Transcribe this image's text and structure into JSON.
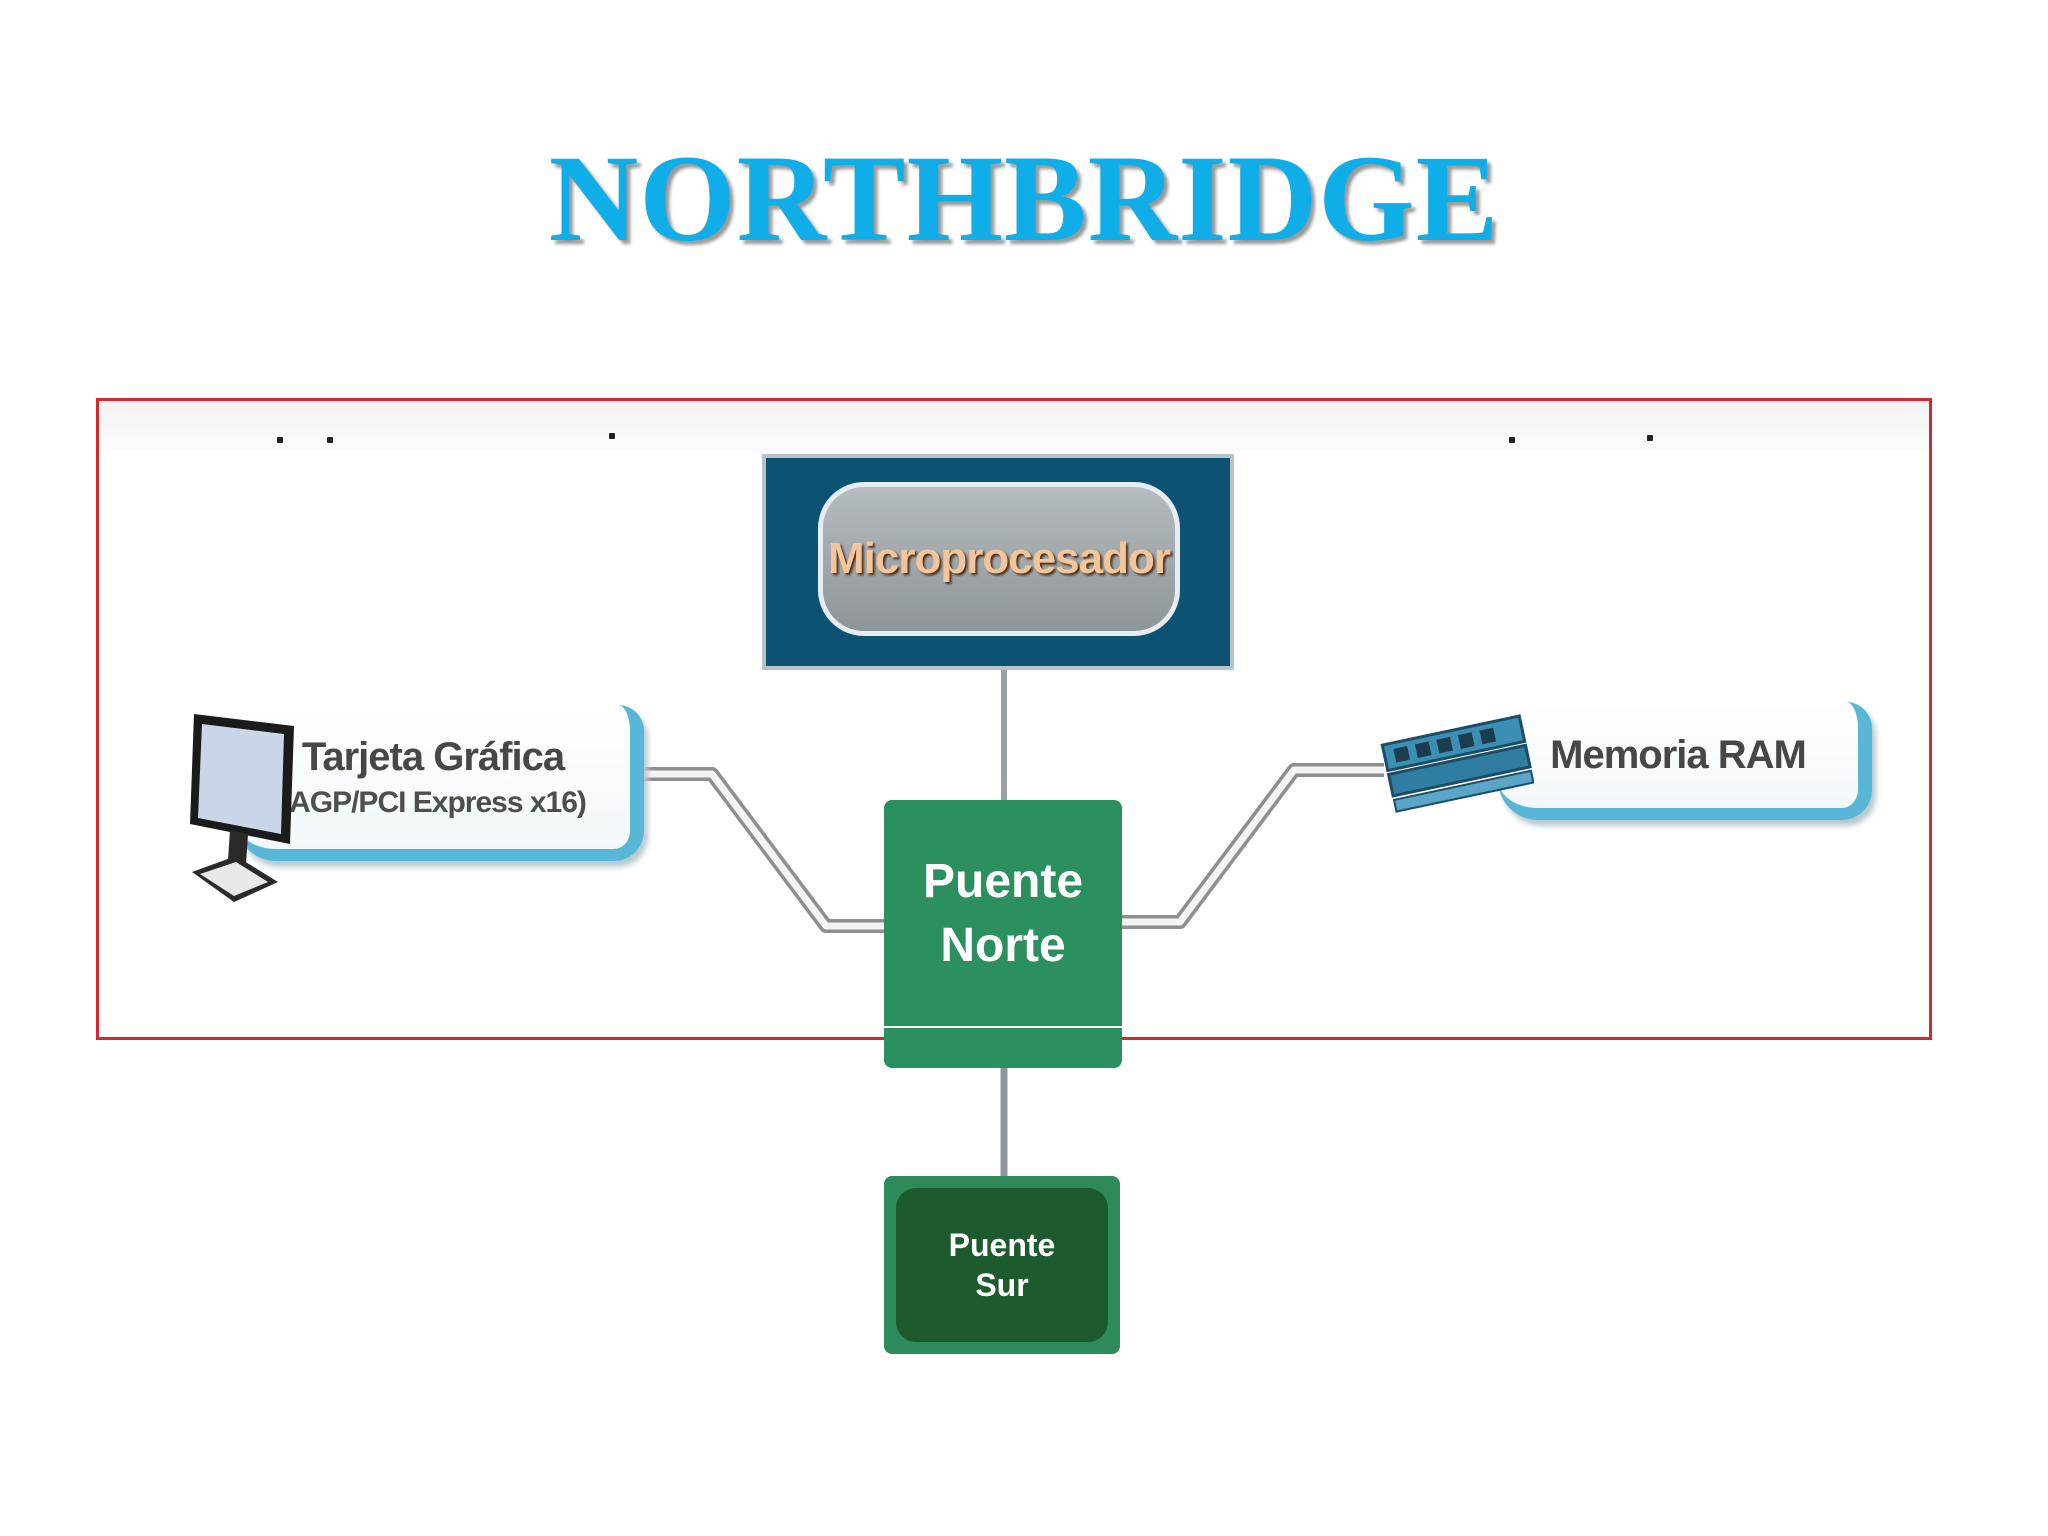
{
  "slide": {
    "title": "NORTHBRIDGE"
  },
  "diagram": {
    "cpu": {
      "label": "Microprocesador"
    },
    "gpu": {
      "label": "Tarjeta Gráfica",
      "sublabel": "(AGP/PCI Express x16)"
    },
    "ram": {
      "label": "Memoria RAM"
    },
    "north_bridge": {
      "label": "Puente Norte"
    },
    "south_bridge": {
      "label": "Puente Sur"
    }
  },
  "colors": {
    "title": "#10aee8",
    "frame_border": "#d9262c",
    "cpu_frame": "#0c5272",
    "north_bridge": "#2b8f5f",
    "south_bridge": "#1d5a2e",
    "label_box_accent": "#58b6d6"
  },
  "icons": {
    "gpu": "monitor-icon",
    "ram": "memory-module-icon"
  }
}
